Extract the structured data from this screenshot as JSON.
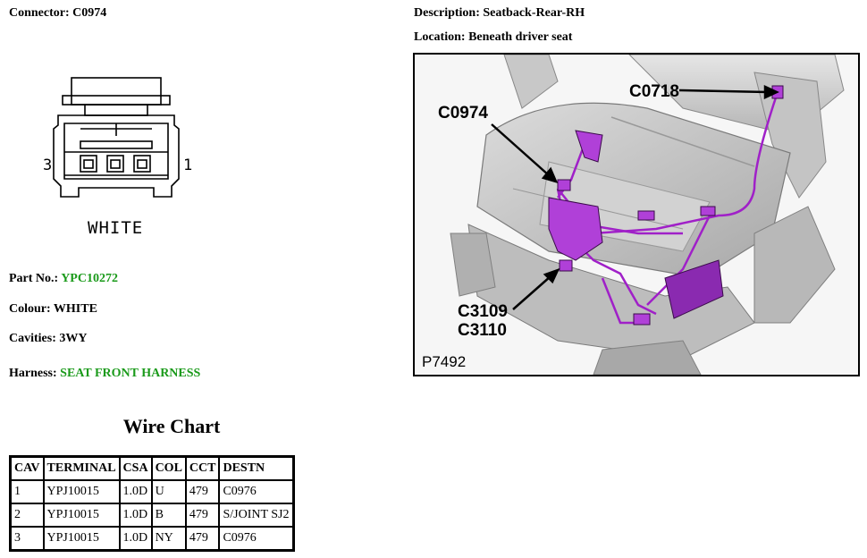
{
  "connector": {
    "label": "Connector:",
    "value": "C0974"
  },
  "description": {
    "label": "Description:",
    "value": "Seatback-Rear-RH"
  },
  "location": {
    "label": "Location:",
    "value": "Beneath driver seat"
  },
  "diagram": {
    "pin_left": "3",
    "pin_right": "1",
    "color_text": "WHITE"
  },
  "part": {
    "label": "Part No.:",
    "value": "YPC10272"
  },
  "colour": {
    "label": "Colour:",
    "value": "WHITE"
  },
  "cavities": {
    "label": "Cavities:",
    "value": "3WY"
  },
  "harness": {
    "label": "Harness:",
    "value": "SEAT FRONT HARNESS"
  },
  "photo": {
    "callouts": {
      "c0974": "C0974",
      "c0718": "C0718",
      "c3109": "C3109",
      "c3110": "C3110"
    },
    "id": "P7492"
  },
  "wire_chart": {
    "title": "Wire Chart",
    "headers": [
      "CAV",
      "TERMINAL",
      "CSA",
      "COL",
      "CCT",
      "DESTN"
    ],
    "rows": [
      [
        "1",
        "YPJ10015",
        "1.0D",
        "U",
        "479",
        "C0976"
      ],
      [
        "2",
        "YPJ10015",
        "1.0D",
        "B",
        "479",
        "S/JOINT SJ2"
      ],
      [
        "3",
        "YPJ10015",
        "1.0D",
        "NY",
        "479",
        "C0976"
      ]
    ]
  },
  "colors": {
    "green_value": "#1a9a1a",
    "wire_purple": "#a020c8"
  }
}
